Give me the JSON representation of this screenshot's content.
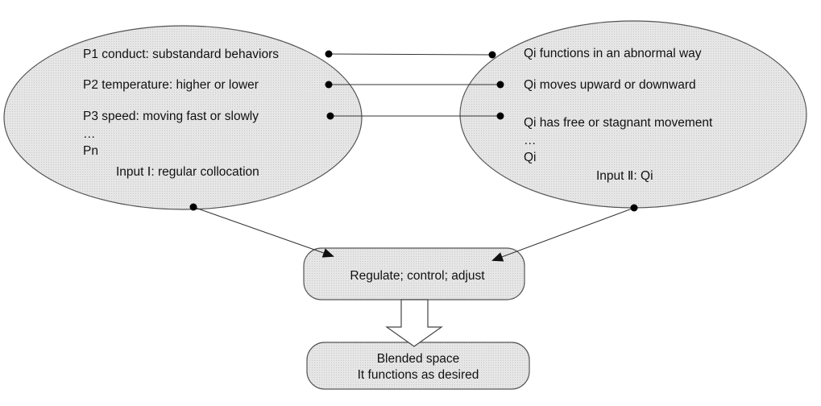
{
  "input1": {
    "lines": [
      "P1 conduct: substandard behaviors",
      "P2 temperature: higher or lower",
      "P3 speed: moving fast or slowly",
      "…",
      "Pn"
    ],
    "caption": "Input Ⅰ: regular collocation"
  },
  "input2": {
    "lines": [
      "Qi functions in an abnormal way",
      "Qi moves upward or downward",
      "Qi has free or stagnant movement",
      "…",
      "Qi"
    ],
    "caption": "Input Ⅱ: Qi"
  },
  "generic": {
    "label": "Regulate; control; adjust"
  },
  "blend": {
    "line1": "Blended space",
    "line2": "It functions as desired"
  },
  "colors": {
    "fill": "#e3e3e3",
    "stroke": "#555555",
    "line": "#333333",
    "dot": "#000000"
  }
}
